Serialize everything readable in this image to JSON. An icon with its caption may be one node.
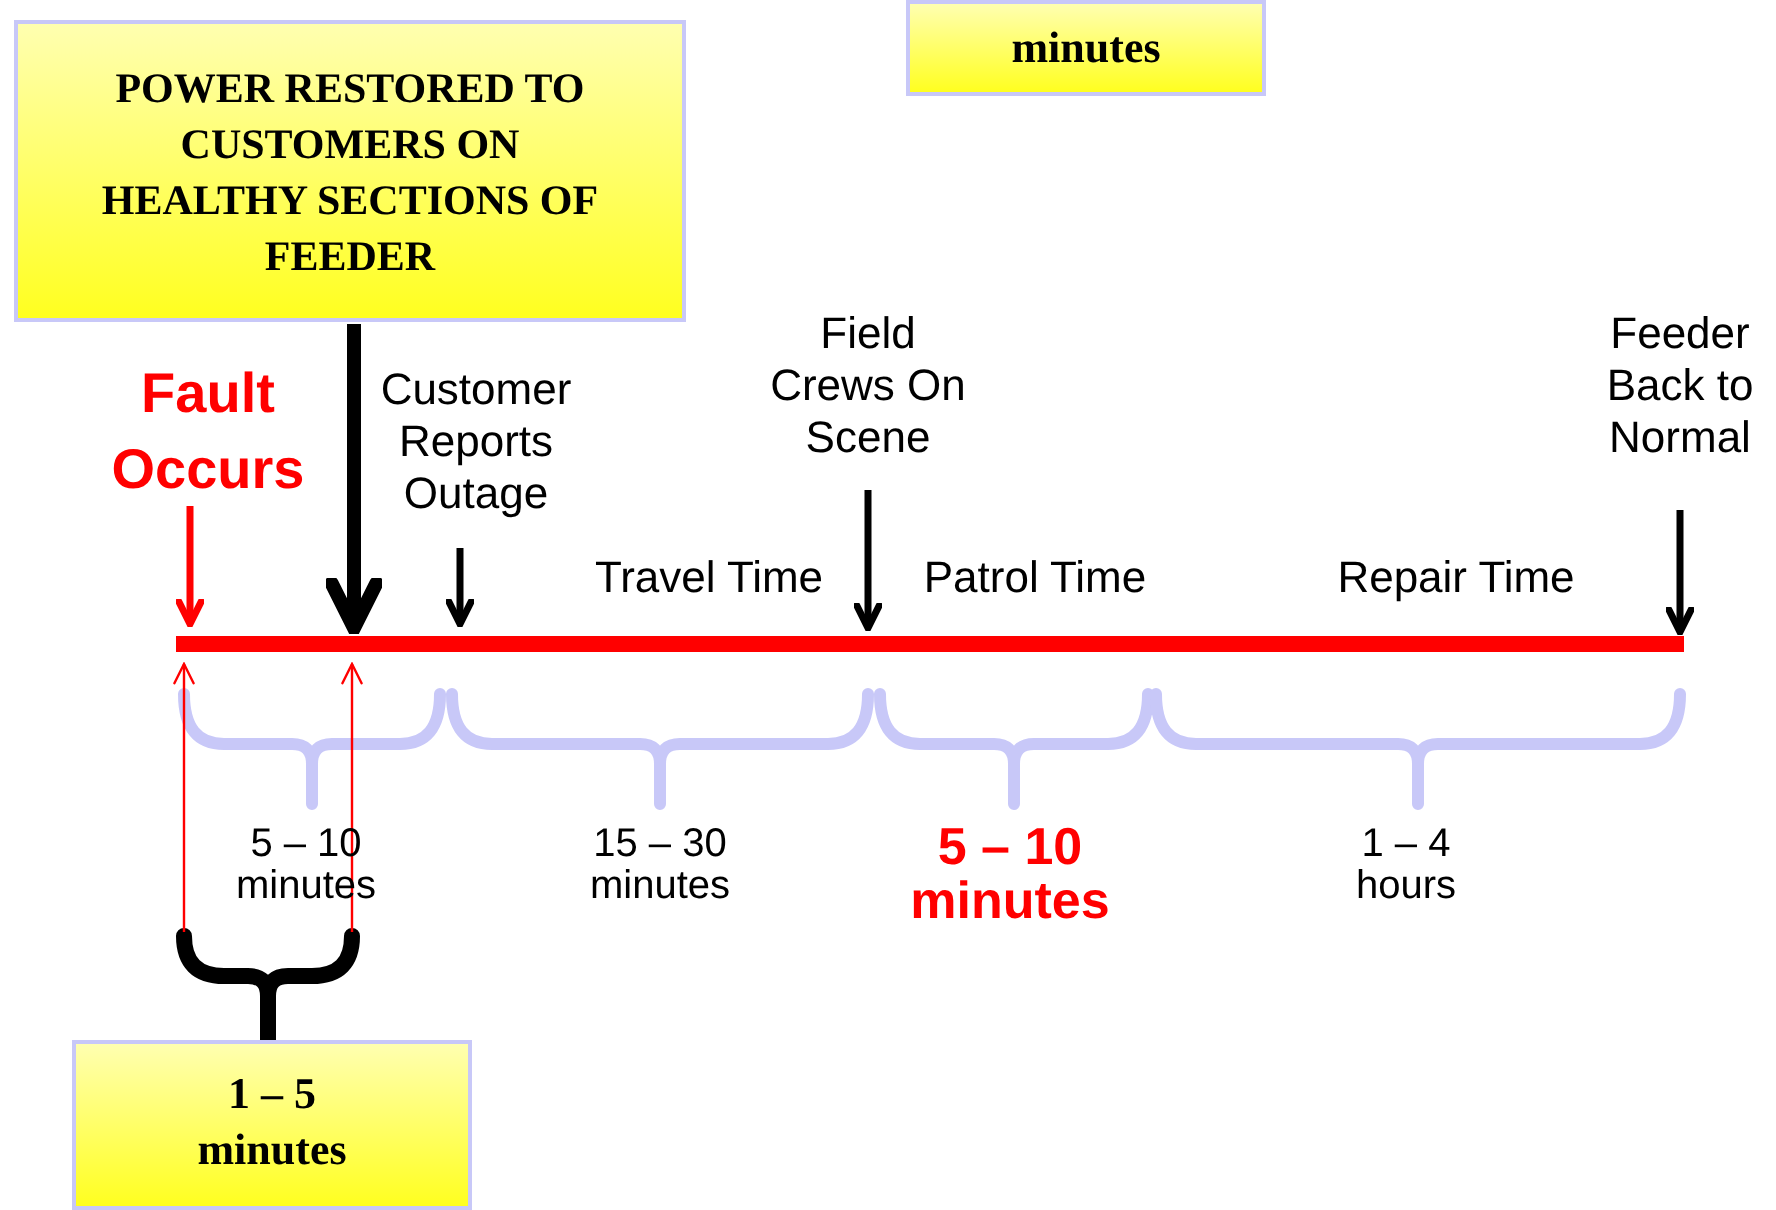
{
  "diagram": {
    "nodes": [
      {
        "text": [
          "minutes"
        ]
      },
      {
        "text": [
          "POWER RESTORED TO CUSTOMERS ON HEALTHY SECTIONS OF FEEDER"
        ]
      },
      {
        "text": [
          "Fault Occurs"
        ]
      },
      {
        "text": [
          "Customer Reports Outage"
        ]
      },
      {
        "text": [
          "Field Crews On Scene"
        ]
      },
      {
        "text": [
          "Feeder Back to Normal"
        ]
      },
      {
        "text": [],
        "shape": "bar"
      },
      {
        "text": [
          "1 – 5 minutes"
        ]
      }
    ],
    "edges": [
      {
        "from": 2,
        "to": 6,
        "arrow": "to",
        "color": "#ff0000"
      },
      {
        "from": 1,
        "to": 6,
        "arrow": "to",
        "style": "thick"
      },
      {
        "from": 3,
        "to": 6,
        "arrow": "to"
      },
      {
        "from": 4,
        "to": 6,
        "arrow": "to"
      },
      {
        "from": 5,
        "to": 6,
        "arrow": "to"
      },
      {
        "from": 7,
        "to": 6,
        "arrow": "to",
        "color": "#ff0000"
      },
      {
        "from": 7,
        "to": 6,
        "arrow": "to",
        "color": "#ff0000"
      }
    ],
    "labels": [
      "Travel Time",
      "Patrol Time",
      "Repair Time",
      "5 – 10 minutes",
      "15 – 30 minutes",
      "5 – 10 minutes",
      "1 – 4 hours"
    ]
  }
}
